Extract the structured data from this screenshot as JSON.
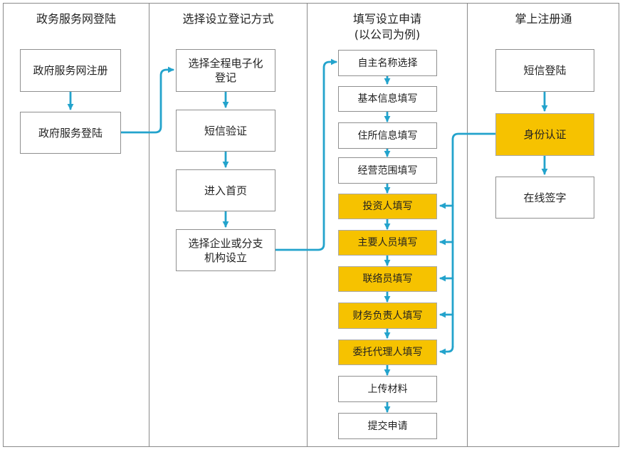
{
  "colors": {
    "connector": "#23a3cc",
    "highlight": "#f6c200",
    "border": "#8f8f8f"
  },
  "columns": [
    {
      "title": "政务服务网登陆"
    },
    {
      "title": "选择设立登记方式"
    },
    {
      "title": "填写设立申请",
      "subtitle": "(以公司为例)"
    },
    {
      "title": "掌上注册通"
    }
  ],
  "col1": {
    "register": "政府服务网注册",
    "login": "政府服务登陆"
  },
  "col2": {
    "electronic_line1": "选择全程电子化",
    "electronic_line2": "登记",
    "sms_verify": "短信验证",
    "homepage": "进入首页",
    "select_line1": "选择企业或分支",
    "select_line2": "机构设立"
  },
  "col3": {
    "name": "自主名称选择",
    "basic": "基本信息填写",
    "address": "住所信息填写",
    "scope": "经营范围填写",
    "investor": "投资人填写",
    "key_staff": "主要人员填写",
    "liaison": "联络员填写",
    "finance": "财务负责人填写",
    "agent": "委托代理人填写",
    "upload": "上传材料",
    "submit": "提交申请"
  },
  "col4": {
    "sms_login": "短信登陆",
    "identity": "身份认证",
    "sign": "在线签字"
  }
}
